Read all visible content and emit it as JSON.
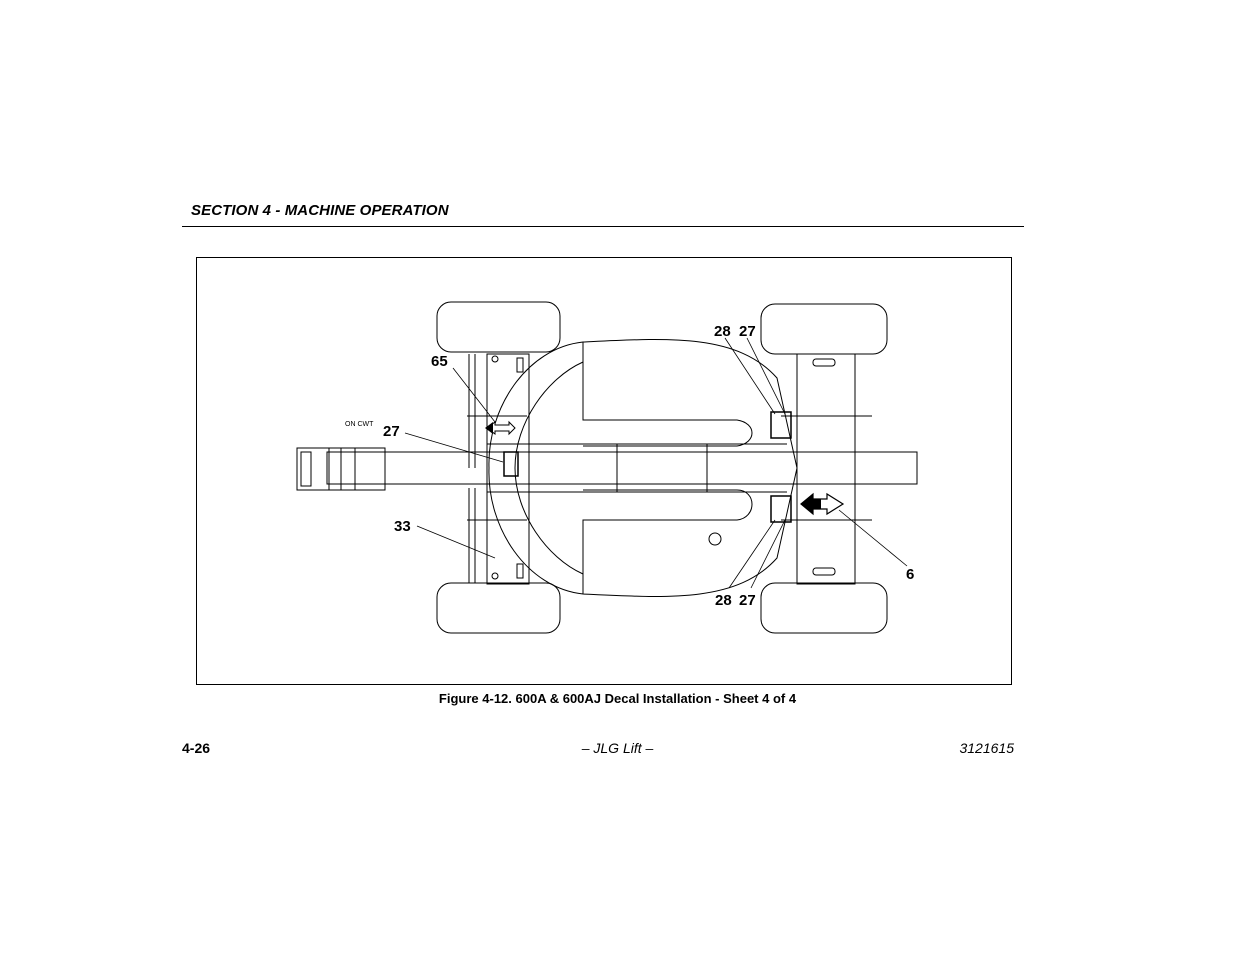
{
  "header": {
    "section_title": "SECTION 4 - MACHINE OPERATION"
  },
  "figure": {
    "caption": "Figure 4-12. 600A & 600AJ Decal Installation - Sheet 4 of 4",
    "switch_label": "ON  CWT",
    "callouts": {
      "c65": "65",
      "c27_left": "27",
      "c33": "33",
      "c28_top": "28",
      "c27_top": "27",
      "c28_bottom": "28",
      "c27_bottom": "27",
      "c6": "6"
    }
  },
  "footer": {
    "page_number": "4-26",
    "center": "– JLG Lift –",
    "doc_number": "3121615"
  }
}
